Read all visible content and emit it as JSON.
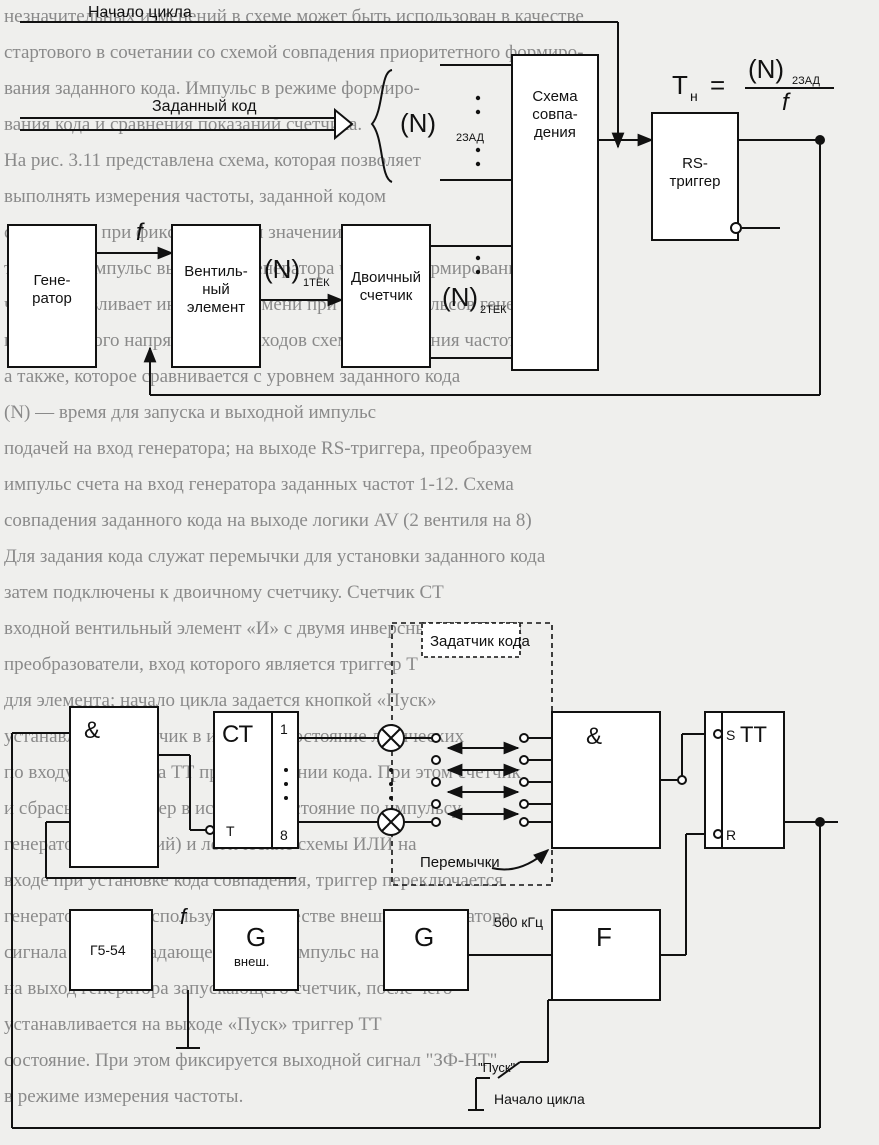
{
  "background_text": [
    "незначительных изменений в схеме может быть использован в качестве",
    "стартового в сочетании со схемой совпадения приоритетного формиро-",
    "вания заданного кода. Импульс в режиме формиро-",
    "вания кода и сравнения показаний счетчика.",
    "На рис. 3.11 представлена схема, которая позволяет",
    "выполнять измерения частоты, заданной кодом",
    "совпадения при фиксированном значении элементов",
    "тактовый импульс выходного генератора частоты формирования",
    "что устанавливает интервал времени при счете импульсов генератора",
    "генераторного напряжения с выходов схемы совпадения частоты",
    "а также, которое сравнивается с уровнем заданного кода",
    "(N) — время для запуска и выходной импульс",
    "подачей на вход генератора; на выходе RS-триггера, преобразуем",
    "импульс счета на вход генератора заданных частот 1-12. Схема",
    "совпадения заданного кода на выходе логики AV (2 вентиля на 8)",
    "Для задания кода служат перемычки для установки заданного кода",
    "затем подключены к двоичному счетчику. Счетчик СТ",
    "входной вентильный элемент «И» с двумя инверсными входами",
    "преобразователи, вход которого является триггер Т",
    "для элемента; начало цикла задается кнопкой «Пуск»",
    "устанавливает счетчик в исходное состояние логических",
    "по входу R триггера ТТ при совпадении кода. При этом счетчик",
    "и сбрасывает триггер в исходное состояние по импульсу",
    "генератора (внешний) и логические схемы ИЛИ на",
    "входе при установке кода совпадения, триггер переключается",
    "генератор G5-54 используется в качестве внешнего генератора",
    "сигнала частоты задающей схемы; импульс на 500 кГц",
    "на выход генератора запускающего счетчик, после чего",
    "устанавливается на выходе «Пуск» триггер ТТ",
    "состояние. При этом фиксируется выходной сигнал \"ЗФ-НТ\"",
    "в режиме измерения частоты."
  ],
  "top_diagram": {
    "cycle_start": "Начало цикла",
    "formula": {
      "lhs": "T",
      "lhs_sub": "н",
      "eq": "=",
      "numerator": "(N)",
      "numerator_sub": "2ЗАД",
      "denominator": "f"
    },
    "set_code": "Заданный код",
    "set_code_value": "(N)",
    "set_code_sub": "2ЗАД",
    "match_circuit": [
      "Схема",
      "совпа-",
      "дения"
    ],
    "rs_trigger": [
      "RS-",
      "триггер"
    ],
    "generator": [
      "Гене-",
      "ратор"
    ],
    "freq": "f",
    "valve": [
      "Вентиль-",
      "ный",
      "элемент"
    ],
    "valve_out": "(N)",
    "valve_out_sub": "1ТЕК",
    "counter": [
      "Двоичный",
      "счетчик"
    ],
    "counter_out": "(N)",
    "counter_out_sub": "2ТЕК"
  },
  "bottom_diagram": {
    "code_setter": "Задатчик кода",
    "and_gate_1": "&",
    "ct": "СТ",
    "ct_pin_top": "1",
    "ct_pin_bottom": "8",
    "ct_input": "T",
    "and_gate_2": "&",
    "tt": "ТТ",
    "tt_s": "S",
    "tt_r": "R",
    "jumpers": "Перемычки",
    "g554": "Г5-54",
    "freq": "f",
    "g_ext": "G",
    "g_ext_sub": "внеш.",
    "g_int": "G",
    "freq_500": "500 кГц",
    "f_block": "F",
    "start_button": "\"Пуск\"",
    "cycle_start": "Начало цикла"
  }
}
